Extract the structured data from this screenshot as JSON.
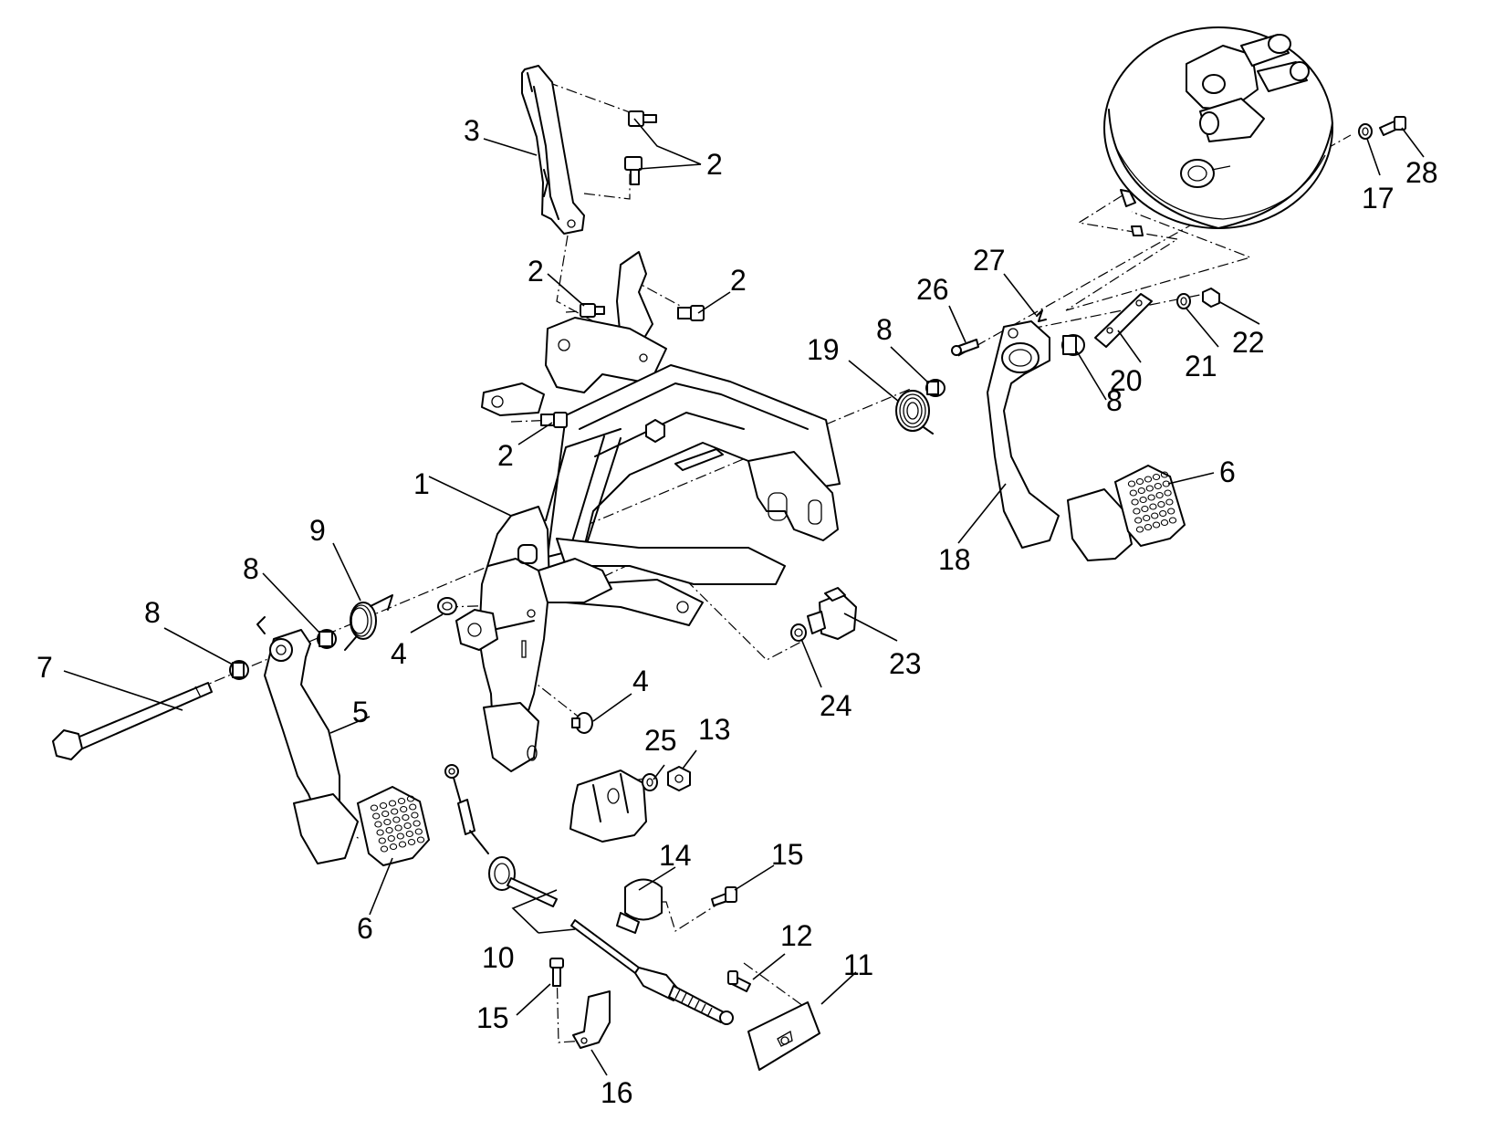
{
  "diagram": {
    "callouts": [
      {
        "id": "c1",
        "label": "1"
      },
      {
        "id": "c2a",
        "label": "2"
      },
      {
        "id": "c2b",
        "label": "2"
      },
      {
        "id": "c2c",
        "label": "2"
      },
      {
        "id": "c2d",
        "label": "2"
      },
      {
        "id": "c3",
        "label": "3"
      },
      {
        "id": "c4a",
        "label": "4"
      },
      {
        "id": "c4b",
        "label": "4"
      },
      {
        "id": "c5",
        "label": "5"
      },
      {
        "id": "c6a",
        "label": "6"
      },
      {
        "id": "c6b",
        "label": "6"
      },
      {
        "id": "c7",
        "label": "7"
      },
      {
        "id": "c8a",
        "label": "8"
      },
      {
        "id": "c8b",
        "label": "8"
      },
      {
        "id": "c8c",
        "label": "8"
      },
      {
        "id": "c8d",
        "label": "8"
      },
      {
        "id": "c9",
        "label": "9"
      },
      {
        "id": "c10",
        "label": "10"
      },
      {
        "id": "c11",
        "label": "11"
      },
      {
        "id": "c12",
        "label": "12"
      },
      {
        "id": "c13",
        "label": "13"
      },
      {
        "id": "c14",
        "label": "14"
      },
      {
        "id": "c15a",
        "label": "15"
      },
      {
        "id": "c15b",
        "label": "15"
      },
      {
        "id": "c16",
        "label": "16"
      },
      {
        "id": "c17",
        "label": "17"
      },
      {
        "id": "c18",
        "label": "18"
      },
      {
        "id": "c19",
        "label": "19"
      },
      {
        "id": "c20",
        "label": "20"
      },
      {
        "id": "c21",
        "label": "21"
      },
      {
        "id": "c22",
        "label": "22"
      },
      {
        "id": "c23",
        "label": "23"
      },
      {
        "id": "c24",
        "label": "24"
      },
      {
        "id": "c25",
        "label": "25"
      },
      {
        "id": "c26",
        "label": "26"
      },
      {
        "id": "c27",
        "label": "27"
      },
      {
        "id": "c28",
        "label": "28"
      }
    ]
  }
}
